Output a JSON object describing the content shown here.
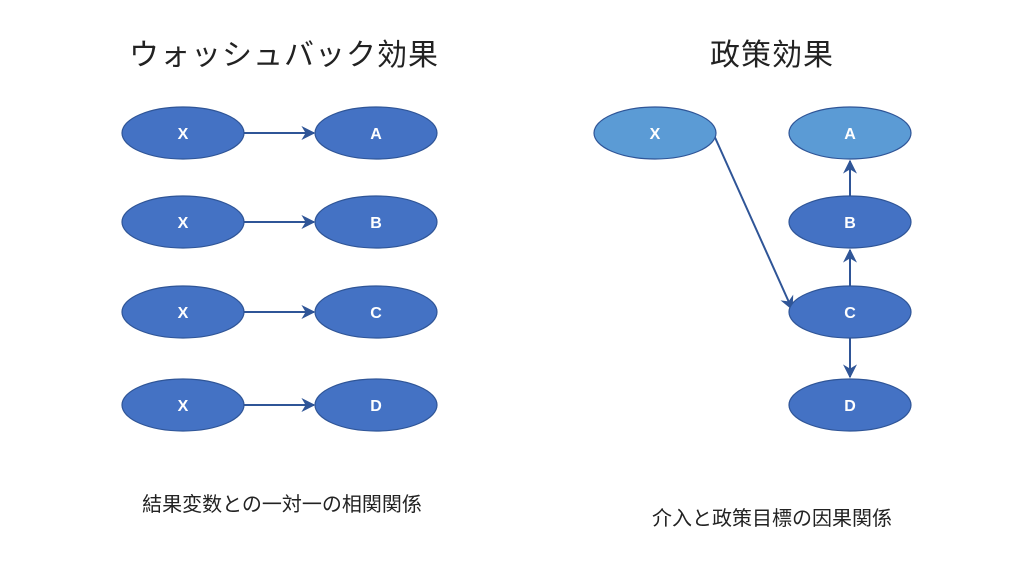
{
  "left_panel": {
    "title": "ウォッシュバック効果",
    "caption": "結果変数との一対一の相関関係",
    "rows": [
      {
        "from": "X",
        "to": "A"
      },
      {
        "from": "X",
        "to": "B"
      },
      {
        "from": "X",
        "to": "C"
      },
      {
        "from": "X",
        "to": "D"
      }
    ]
  },
  "right_panel": {
    "title": "政策効果",
    "caption": "介入と政策目標の因果関係",
    "source": "X",
    "chain": [
      "A",
      "B",
      "C",
      "D"
    ]
  },
  "colors": {
    "node_dark": "#4472c4",
    "node_light": "#5b9bd5",
    "node_border": "#2f5597",
    "arrow": "#2f5597",
    "label": "#ffffff"
  }
}
